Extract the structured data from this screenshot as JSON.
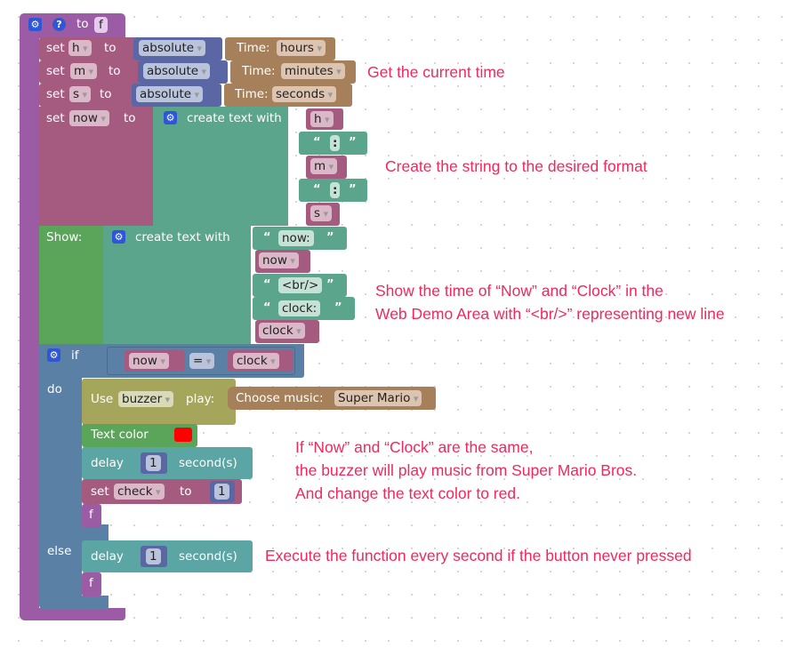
{
  "function_block": {
    "keyword": "to",
    "name": "f",
    "gear_icon": "gear-icon",
    "help_icon": "help-icon"
  },
  "set_blocks": [
    {
      "keyword": "set",
      "variable": "h",
      "to": "to",
      "math_op": "absolute",
      "time_label": "Time:",
      "time_unit": "hours"
    },
    {
      "keyword": "set",
      "variable": "m",
      "to": "to",
      "math_op": "absolute",
      "time_label": "Time:",
      "time_unit": "minutes"
    },
    {
      "keyword": "set",
      "variable": "s",
      "to": "to",
      "math_op": "absolute",
      "time_label": "Time:",
      "time_unit": "seconds"
    }
  ],
  "set_now": {
    "keyword": "set",
    "variable": "now",
    "to": "to",
    "create_text_label": "create text with",
    "items": [
      {
        "type": "var",
        "value": "h"
      },
      {
        "type": "string",
        "value": ":"
      },
      {
        "type": "var",
        "value": "m"
      },
      {
        "type": "string",
        "value": ":"
      },
      {
        "type": "var",
        "value": "s"
      }
    ]
  },
  "show_block": {
    "label": "Show:",
    "create_text_label": "create text with",
    "items": [
      {
        "type": "string",
        "value": "now:"
      },
      {
        "type": "var",
        "value": "now"
      },
      {
        "type": "string",
        "value": "<br/>"
      },
      {
        "type": "string",
        "value": "clock:"
      },
      {
        "type": "var",
        "value": "clock"
      }
    ]
  },
  "if_block": {
    "if_label": "if",
    "do_label": "do",
    "else_label": "else",
    "condition": {
      "left": "now",
      "operator": "=",
      "right": "clock"
    },
    "do": {
      "buzzer": {
        "use_label": "Use",
        "device": "buzzer",
        "play_label": "play:",
        "music_label": "Choose music:",
        "music": "Super Mario"
      },
      "text_color": {
        "label": "Text color",
        "color": "#ff0000"
      },
      "delay": {
        "label": "delay",
        "value": "1",
        "unit": "second(s)"
      },
      "set_check": {
        "keyword": "set",
        "variable": "check",
        "to": "to",
        "value": "1"
      },
      "call": "f"
    },
    "else": {
      "delay": {
        "label": "delay",
        "value": "1",
        "unit": "second(s)"
      },
      "call": "f"
    }
  },
  "annotations": {
    "get_time": "Get the current time",
    "create_string": "Create the string to the desired format",
    "show_line1": "Show the time of “Now” and “Clock” in the",
    "show_line2": "Web Demo Area with “<br/>” representing new line",
    "if_line1": "If “Now” and “Clock” are the same,",
    "if_line2": "the buzzer will play music from Super Mario Bros.",
    "if_line3": "And change the text color to red.",
    "else_line": "Execute the function every second if the button never pressed"
  },
  "colors": {
    "function": "#9b5ba5",
    "variable_set": "#a55b80",
    "math": "#5b67a5",
    "time": "#a5805b",
    "text": "#5ba58c",
    "show": "#5ba55b",
    "logic": "#5b80a5",
    "buzzer": "#a5a55b",
    "delay": "#5ba5a5",
    "annotation": "#f0295c"
  }
}
